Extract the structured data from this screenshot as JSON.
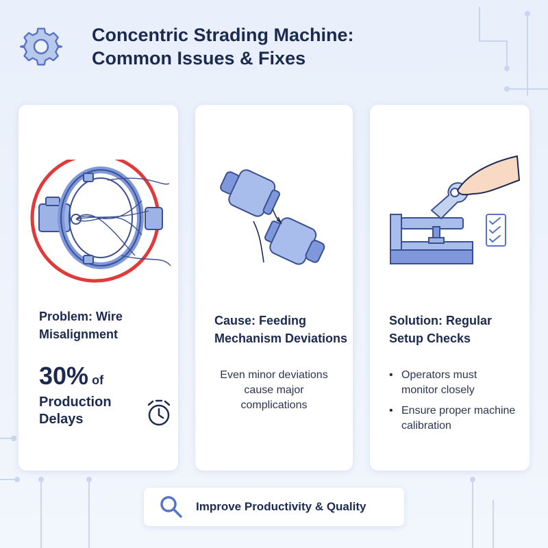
{
  "header": {
    "icon": "gear-icon",
    "title_line1": "Concentric Strading Machine:",
    "title_line2": "Common Issues & Fixes"
  },
  "cards": [
    {
      "illustration": "wire-misalignment-illustration",
      "heading_line1": "Problem: Wire",
      "heading_line2": "Misalignment",
      "stat_value": "30%",
      "stat_suffix": "of",
      "stat_line2": "Production",
      "stat_line3": "Delays",
      "stat_icon": "alarm-clock-icon"
    },
    {
      "illustration": "feeding-rollers-illustration",
      "heading_line1": "Cause: Feeding",
      "heading_line2": "Mechanism Deviations",
      "note_line1": "Even minor deviations",
      "note_line2": "cause major",
      "note_line3": "complications"
    },
    {
      "illustration": "wrench-setup-illustration",
      "heading_line1": "Solution: Regular",
      "heading_line2": "Setup Checks",
      "bullets": [
        {
          "line1": "Operators must",
          "line2": "monitor closely"
        },
        {
          "line1": "Ensure proper machine",
          "line2": "calibration"
        }
      ]
    }
  ],
  "footer": {
    "icon": "search-icon",
    "label": "Improve Productivity & Quality"
  },
  "colors": {
    "accent_blue": "#6f8fd6",
    "dark_navy": "#1b2a4e",
    "alert_red": "#e03a3a",
    "background": "#e9f0fb"
  }
}
